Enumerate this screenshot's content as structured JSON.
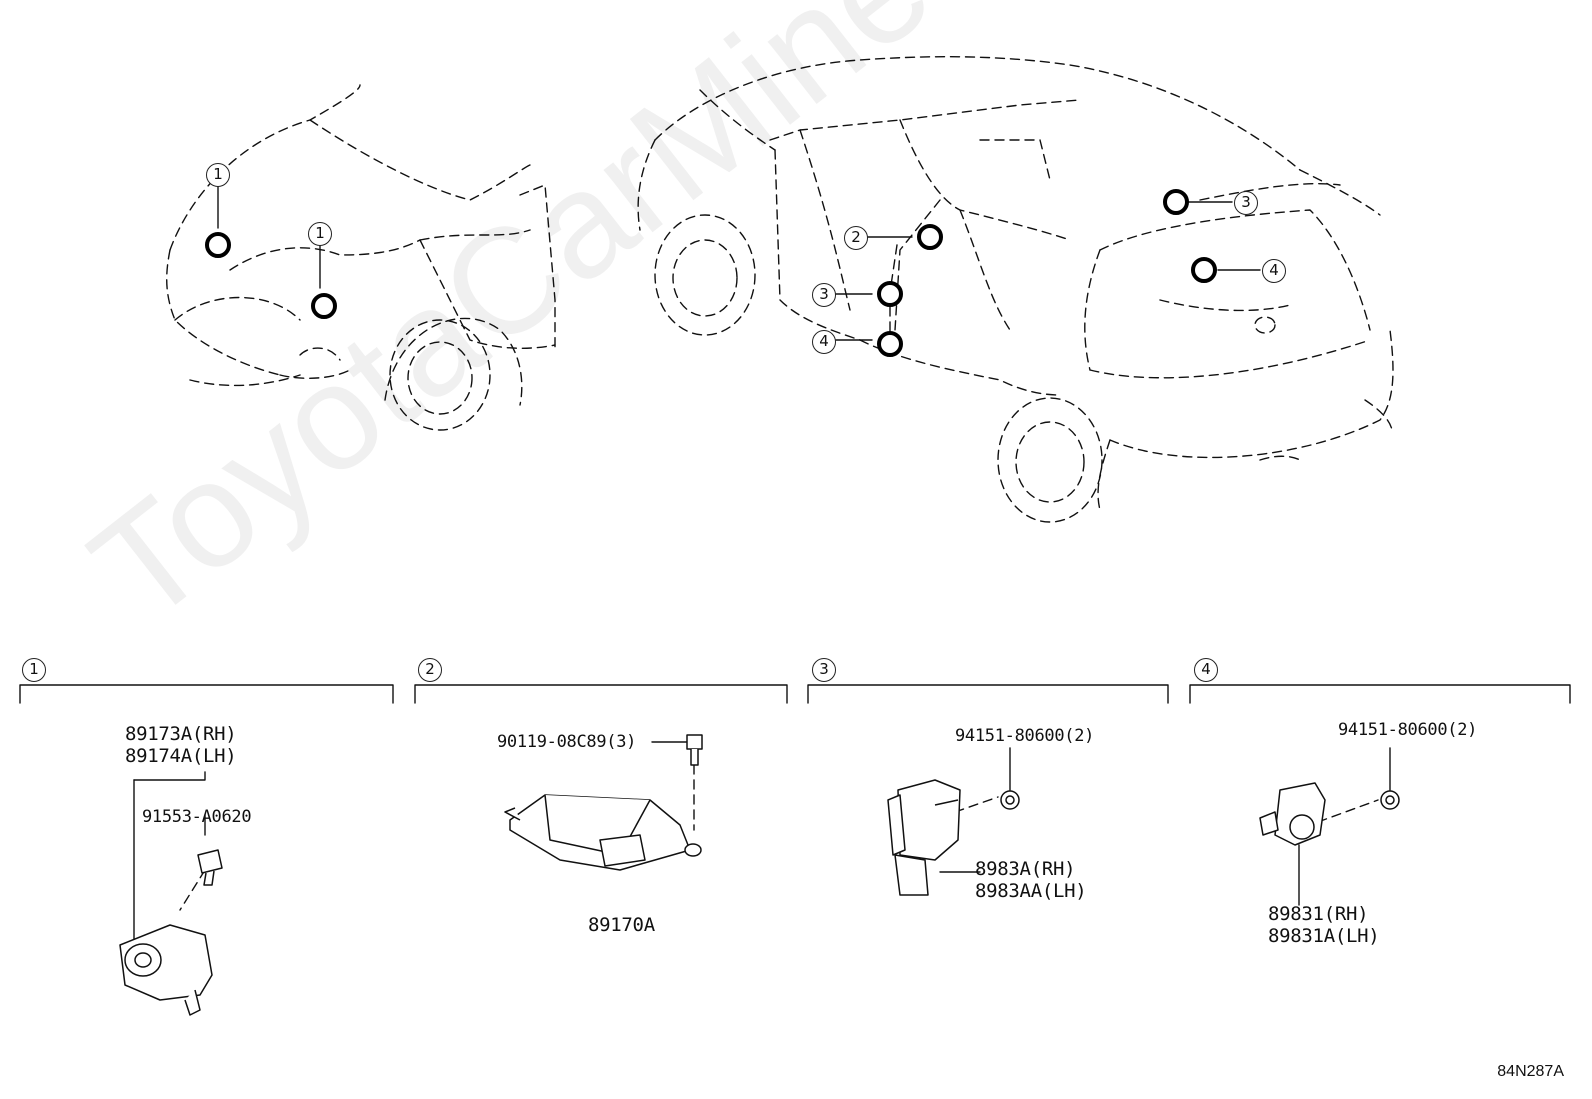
{
  "watermark": "ToyotaCarMine.ru",
  "diagram_code": "84N287A",
  "callouts": {
    "c1": "1",
    "c2": "2",
    "c3": "3",
    "c4": "4"
  },
  "sections": [
    {
      "number": "1",
      "parts": [
        "89173A(RH)",
        "89174A(LH)",
        "91553-A0620"
      ]
    },
    {
      "number": "2",
      "parts": [
        "90119-08C89(3)",
        "89170A"
      ]
    },
    {
      "number": "3",
      "parts": [
        "94151-80600(2)",
        "8983A(RH)",
        "8983AA(LH)"
      ]
    },
    {
      "number": "4",
      "parts": [
        "94151-80600(2)",
        "89831(RH)",
        "89831A(LH)"
      ]
    }
  ]
}
